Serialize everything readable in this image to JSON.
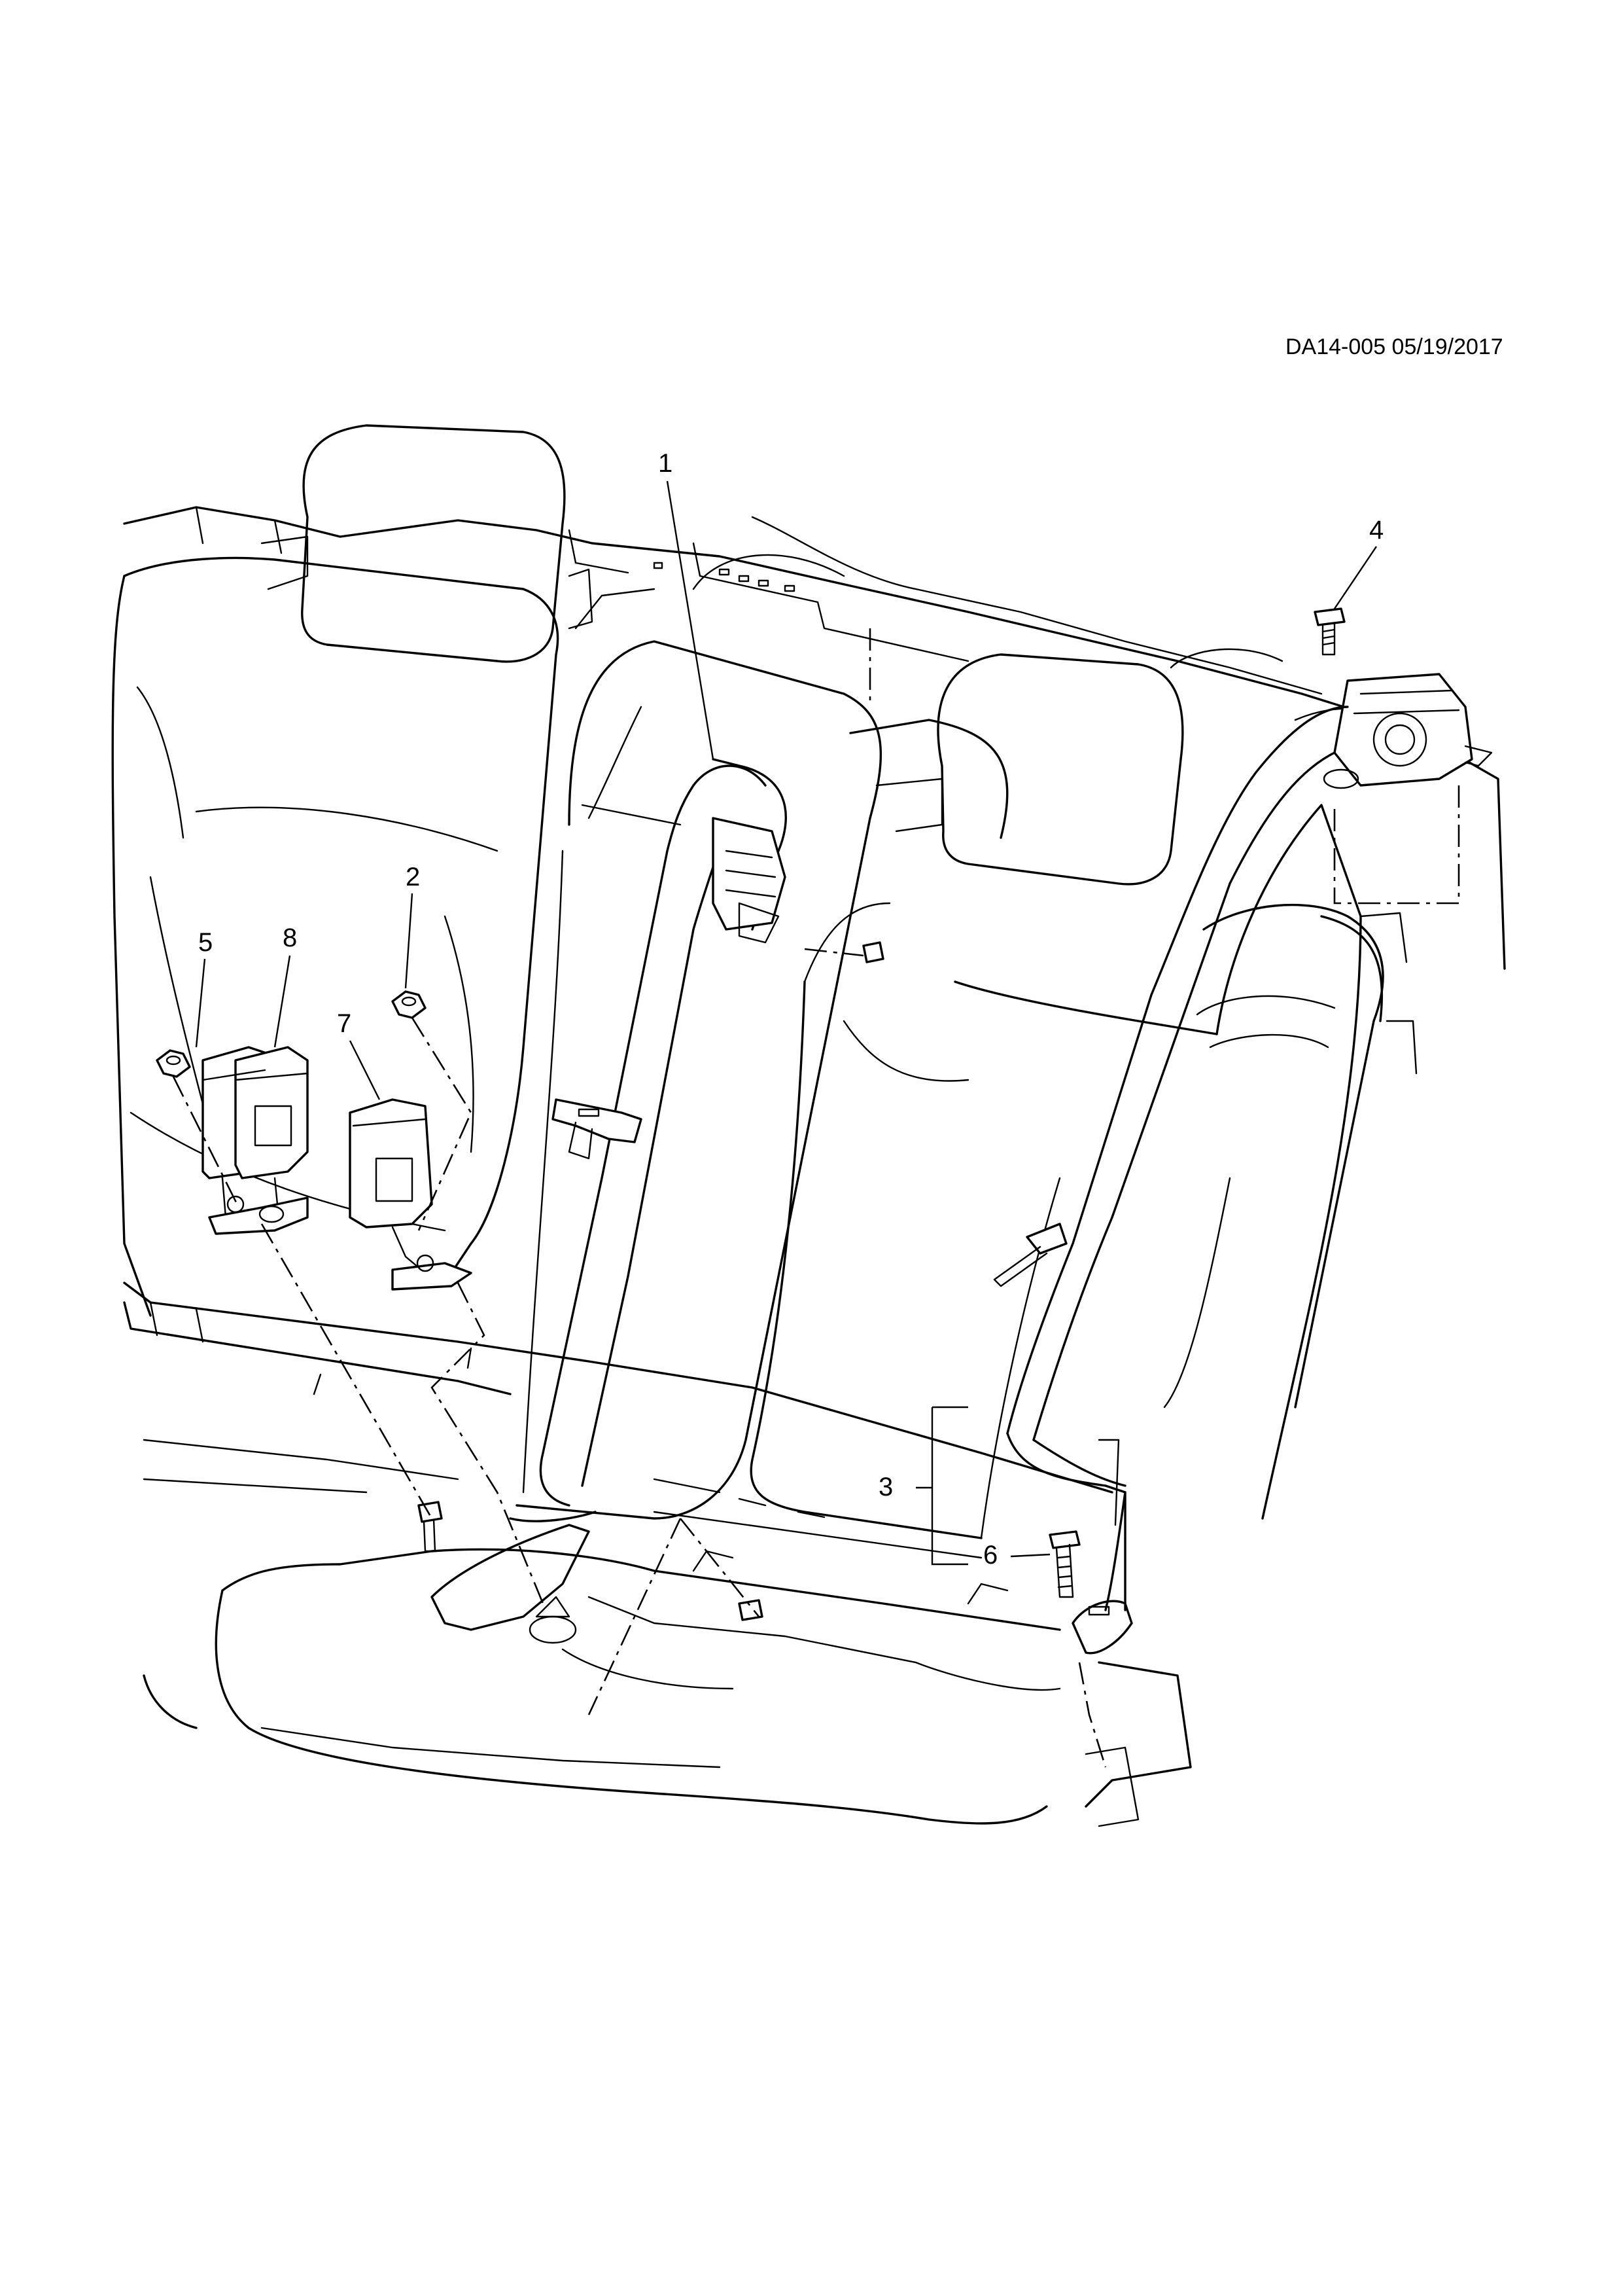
{
  "drawing_reference": "DA14-005 05/19/2017",
  "callouts": [
    {
      "id": "1",
      "label": "1"
    },
    {
      "id": "2",
      "label": "2"
    },
    {
      "id": "3",
      "label": "3"
    },
    {
      "id": "4",
      "label": "4"
    },
    {
      "id": "5",
      "label": "5"
    },
    {
      "id": "6",
      "label": "6"
    },
    {
      "id": "7",
      "label": "7"
    },
    {
      "id": "8",
      "label": "8"
    }
  ]
}
